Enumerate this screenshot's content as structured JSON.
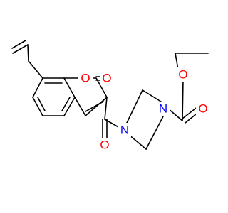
{
  "molecule": {
    "atom_labels": {
      "ring_oxygen": "O",
      "lactone_carbonyl_oxygen": "O",
      "amide_carbonyl_oxygen": "O",
      "piperazine_nitrogen_left": "N",
      "piperazine_nitrogen_right": "N",
      "ester_ether_oxygen": "O",
      "ester_carbonyl_oxygen": "O"
    },
    "colors": {
      "bond": "#000000",
      "oxygen": "#ff0000",
      "nitrogen": "#0000ff",
      "background": "#ffffff"
    }
  }
}
